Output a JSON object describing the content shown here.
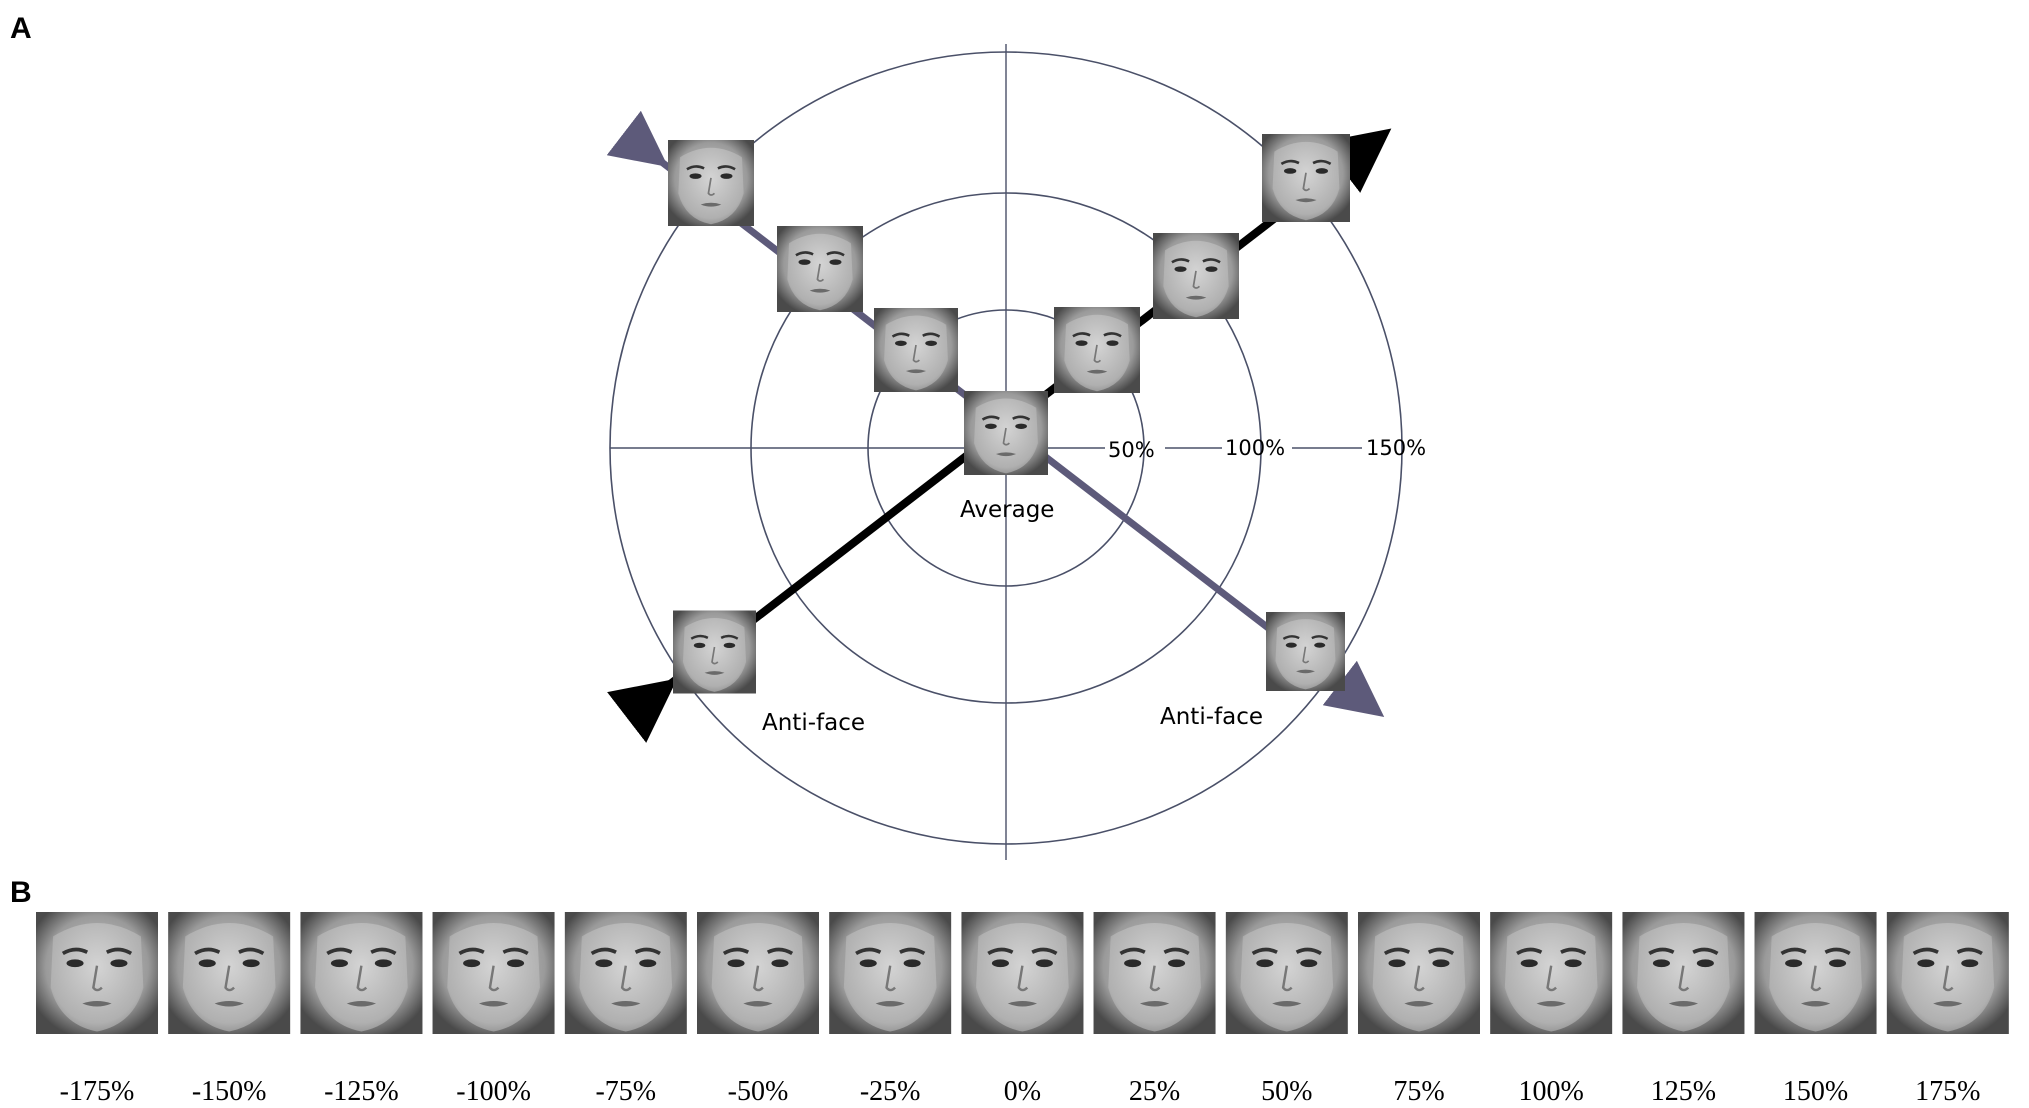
{
  "panels": {
    "a": "A",
    "b": "B"
  },
  "ring_labels": [
    "50%",
    "100%",
    "150%"
  ],
  "captions": {
    "average": "Average",
    "anti_face_left": "Anti-face",
    "anti_face_right": "Anti-face"
  },
  "strip_labels": [
    "-175%",
    "-150%",
    "-125%",
    "-100%",
    "-75%",
    "-50%",
    "-25%",
    "0%",
    "25%",
    "50%",
    "75%",
    "100%",
    "125%",
    "150%",
    "175%"
  ],
  "colors": {
    "identity_axis_black": "#000000",
    "identity_axis_purple": "#5d5a7a",
    "rings": "#4a5068",
    "face_bg": "#a9a9a9",
    "face_border": "#101010"
  }
}
